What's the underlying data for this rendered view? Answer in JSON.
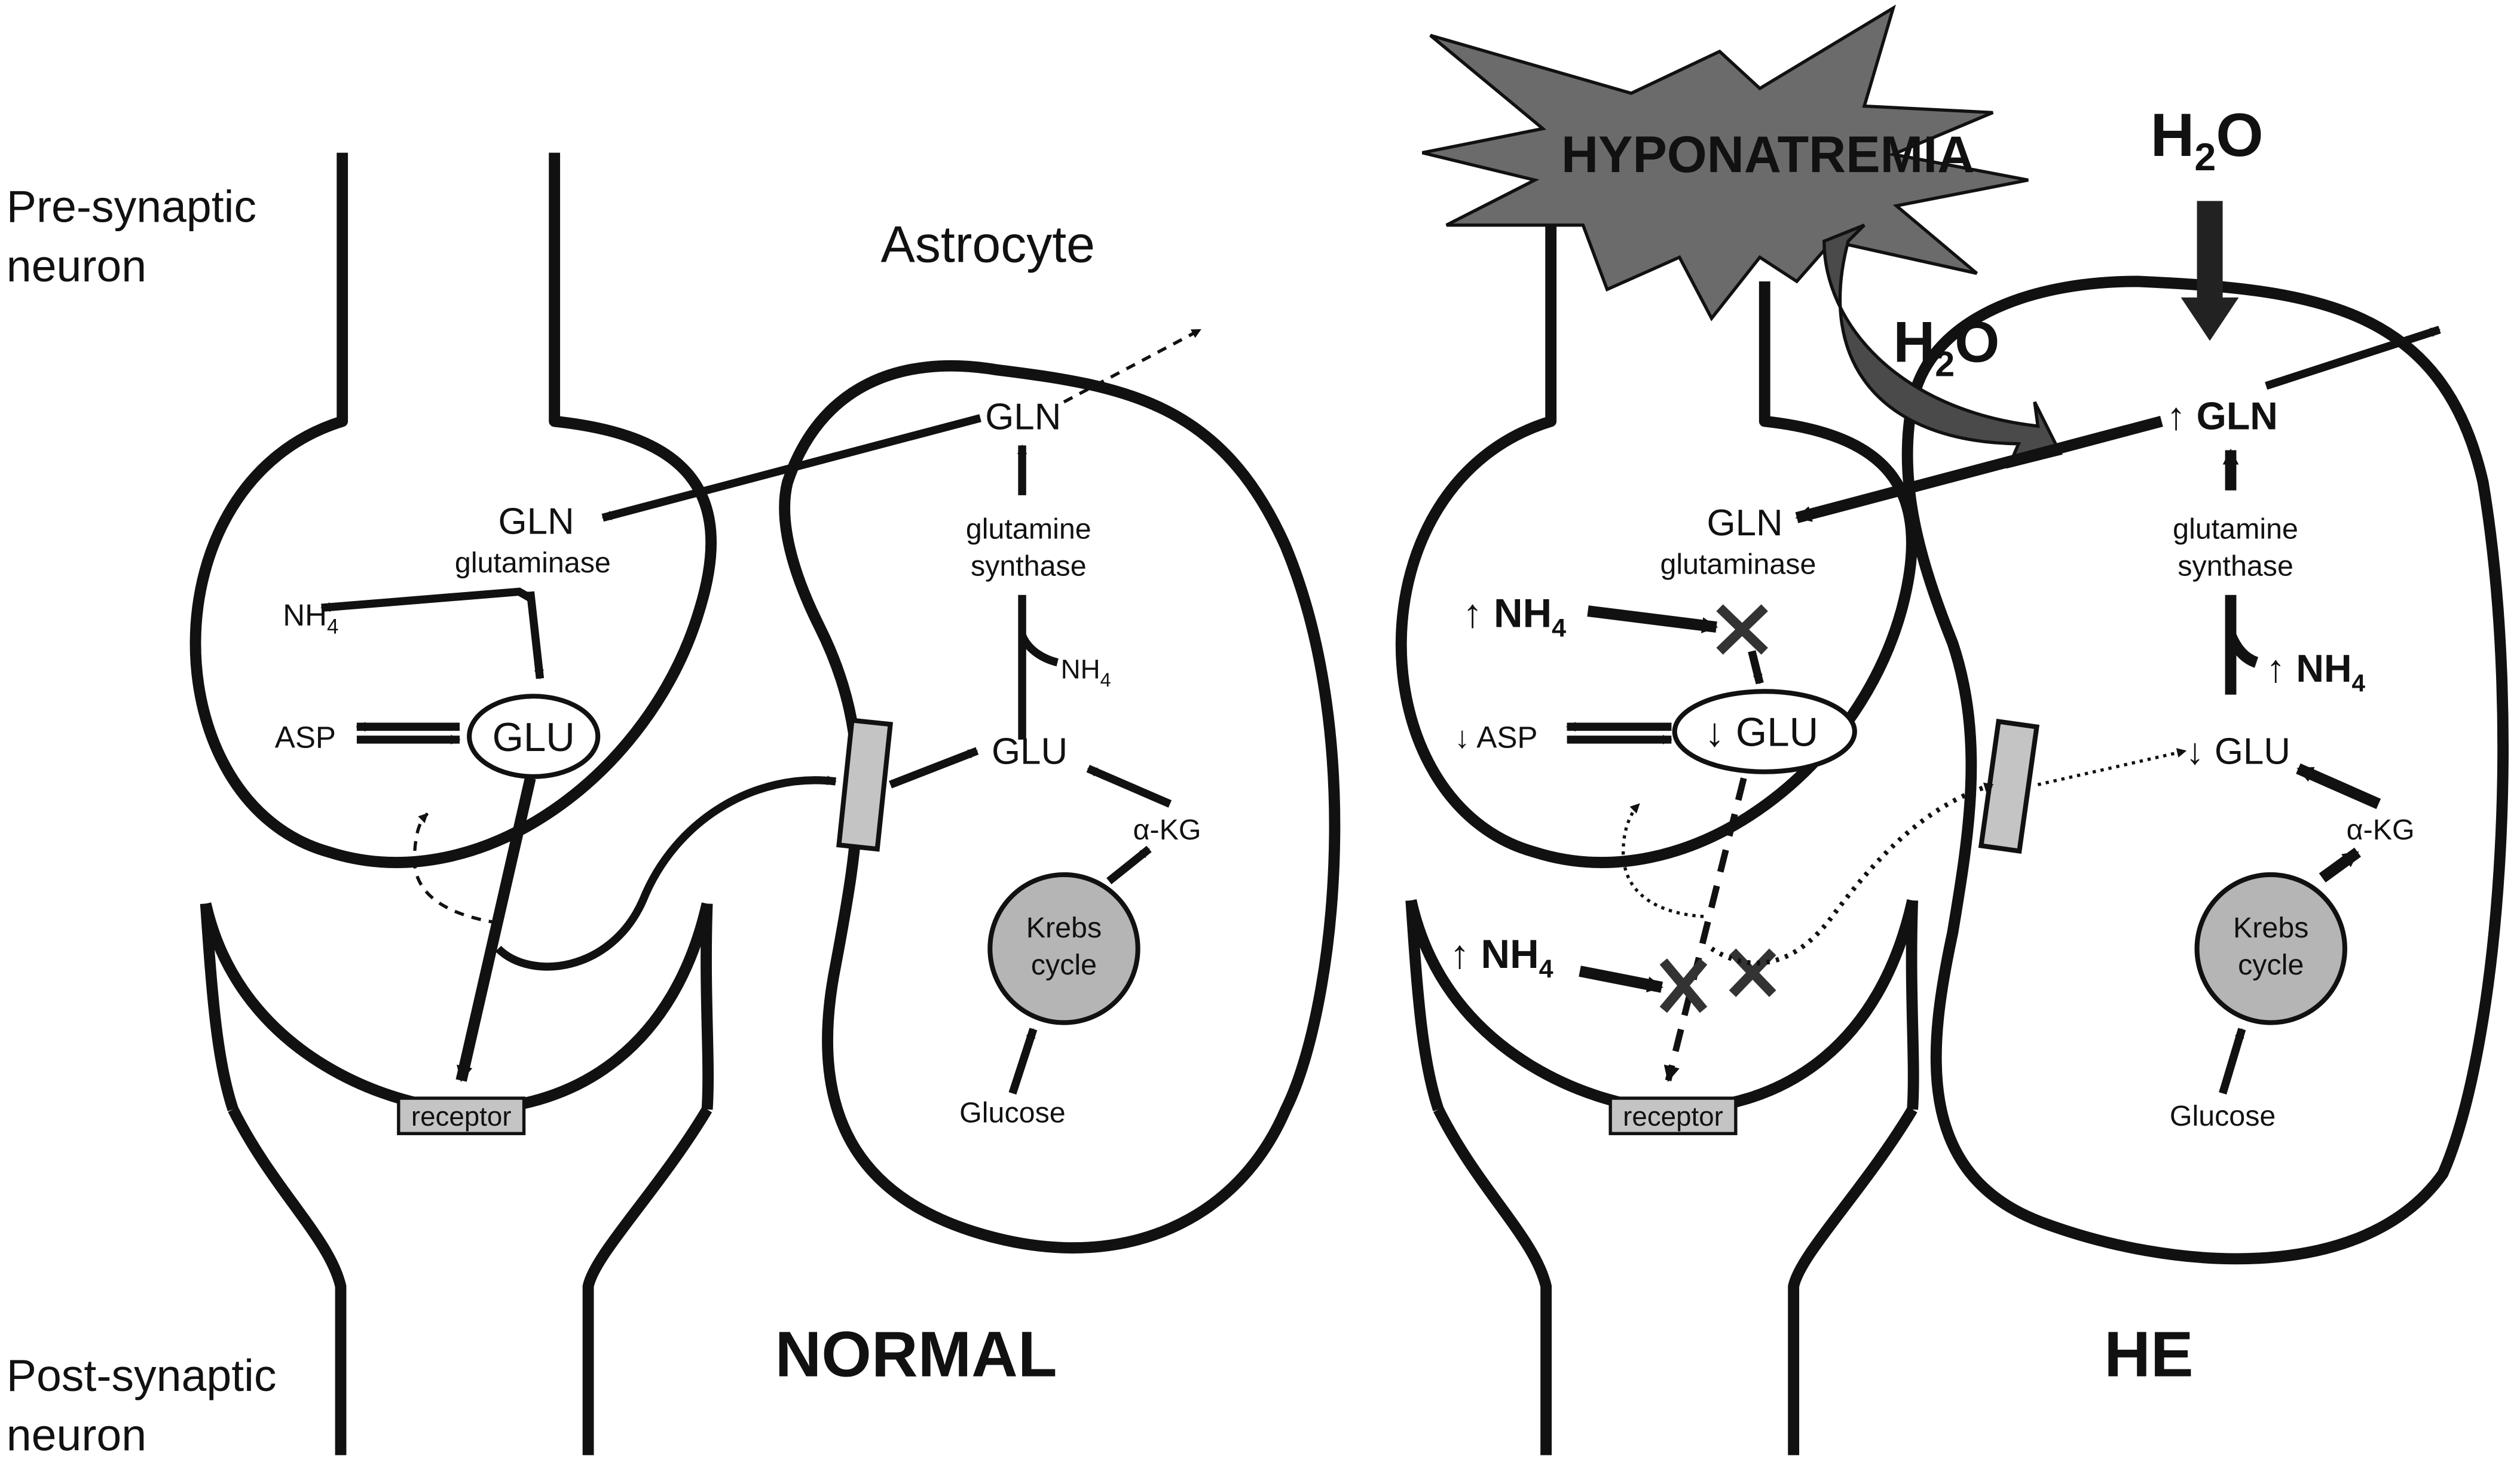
{
  "labels": {
    "pre_synaptic_line1": "Pre-synaptic",
    "pre_synaptic_line2": "neuron",
    "post_synaptic_line1": "Post-synaptic",
    "post_synaptic_line2": "neuron",
    "astrocyte": "Astrocyte",
    "normal": "NORMAL",
    "he": "HE",
    "hyponatremia": "HYPONATREMIA",
    "water_main": "H",
    "water_main_sub": "2",
    "water_main_o": "O",
    "water_curved": "H",
    "water_curved_sub": "2",
    "water_curved_o": "O"
  },
  "normal": {
    "gln_neuron": "GLN",
    "glutaminase": "glutaminase",
    "nh4": "NH",
    "nh4_sub": "4",
    "asp": "ASP",
    "glu_neuron": "GLU",
    "receptor": "receptor",
    "gln_astro": "GLN",
    "glutamine_line1": "glutamine",
    "glutamine_line2": "synthase",
    "nh4_astro": "NH",
    "nh4_astro_sub": "4",
    "glu_astro": "GLU",
    "akg": "α-KG",
    "krebs_line1": "Krebs",
    "krebs_line2": "cycle",
    "glucose": "Glucose"
  },
  "he": {
    "gln_neuron": "GLN",
    "glutaminase": "glutaminase",
    "nh4_up": "↑ NH",
    "nh4_up_sub": "4",
    "asp": "↓ ASP",
    "glu_neuron": "↓ GLU",
    "nh4_cleft": "↑ NH",
    "nh4_cleft_sub": "4",
    "receptor": "receptor",
    "gln_astro": "↑ GLN",
    "glutamine_line1": "glutamine",
    "glutamine_line2": "synthase",
    "nh4_astro": "↑ NH",
    "nh4_astro_sub": "4",
    "glu_astro": "↓ GLU",
    "akg": "α-KG",
    "krebs_line1": "Krebs",
    "krebs_line2": "cycle",
    "glucose": "Glucose"
  },
  "colors": {
    "starburst": "#6b6b6b",
    "curved_arrow": "#4a4a4a",
    "krebs_fill": "#b5b5b5",
    "receptor_fill": "#c4c4c4",
    "transporter_fill": "#c4c4c4"
  }
}
